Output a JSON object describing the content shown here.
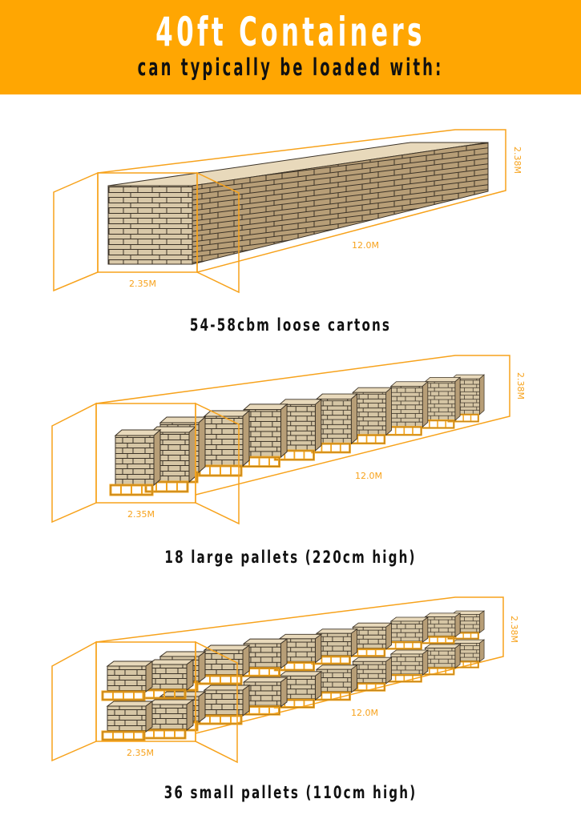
{
  "header": {
    "title": "40ft Containers",
    "subtitle": "can typically be loaded with:",
    "background_color": "#FFA602",
    "title_color": "#FFFFFF",
    "subtitle_color": "#111111"
  },
  "colors": {
    "outline": "#F7A21B",
    "carton_front": "#D6C6A6",
    "carton_side": "#B9A079",
    "carton_top": "#E9DBBE",
    "pallet": "#F2A31C"
  },
  "diagrams": [
    {
      "id": "loose-cartons",
      "caption": "54-58cbm loose cartons",
      "width_label": "2.35M",
      "length_label": "12.0M",
      "height_label": "2.38M"
    },
    {
      "id": "large-pallets",
      "caption": "18 large pallets (220cm high)",
      "width_label": "2.35M",
      "length_label": "12.0M",
      "height_label": "2.38M"
    },
    {
      "id": "small-pallets",
      "caption": "36 small pallets (110cm high)",
      "width_label": "2.35M",
      "length_label": "12.0M",
      "height_label": "2.38M"
    }
  ]
}
